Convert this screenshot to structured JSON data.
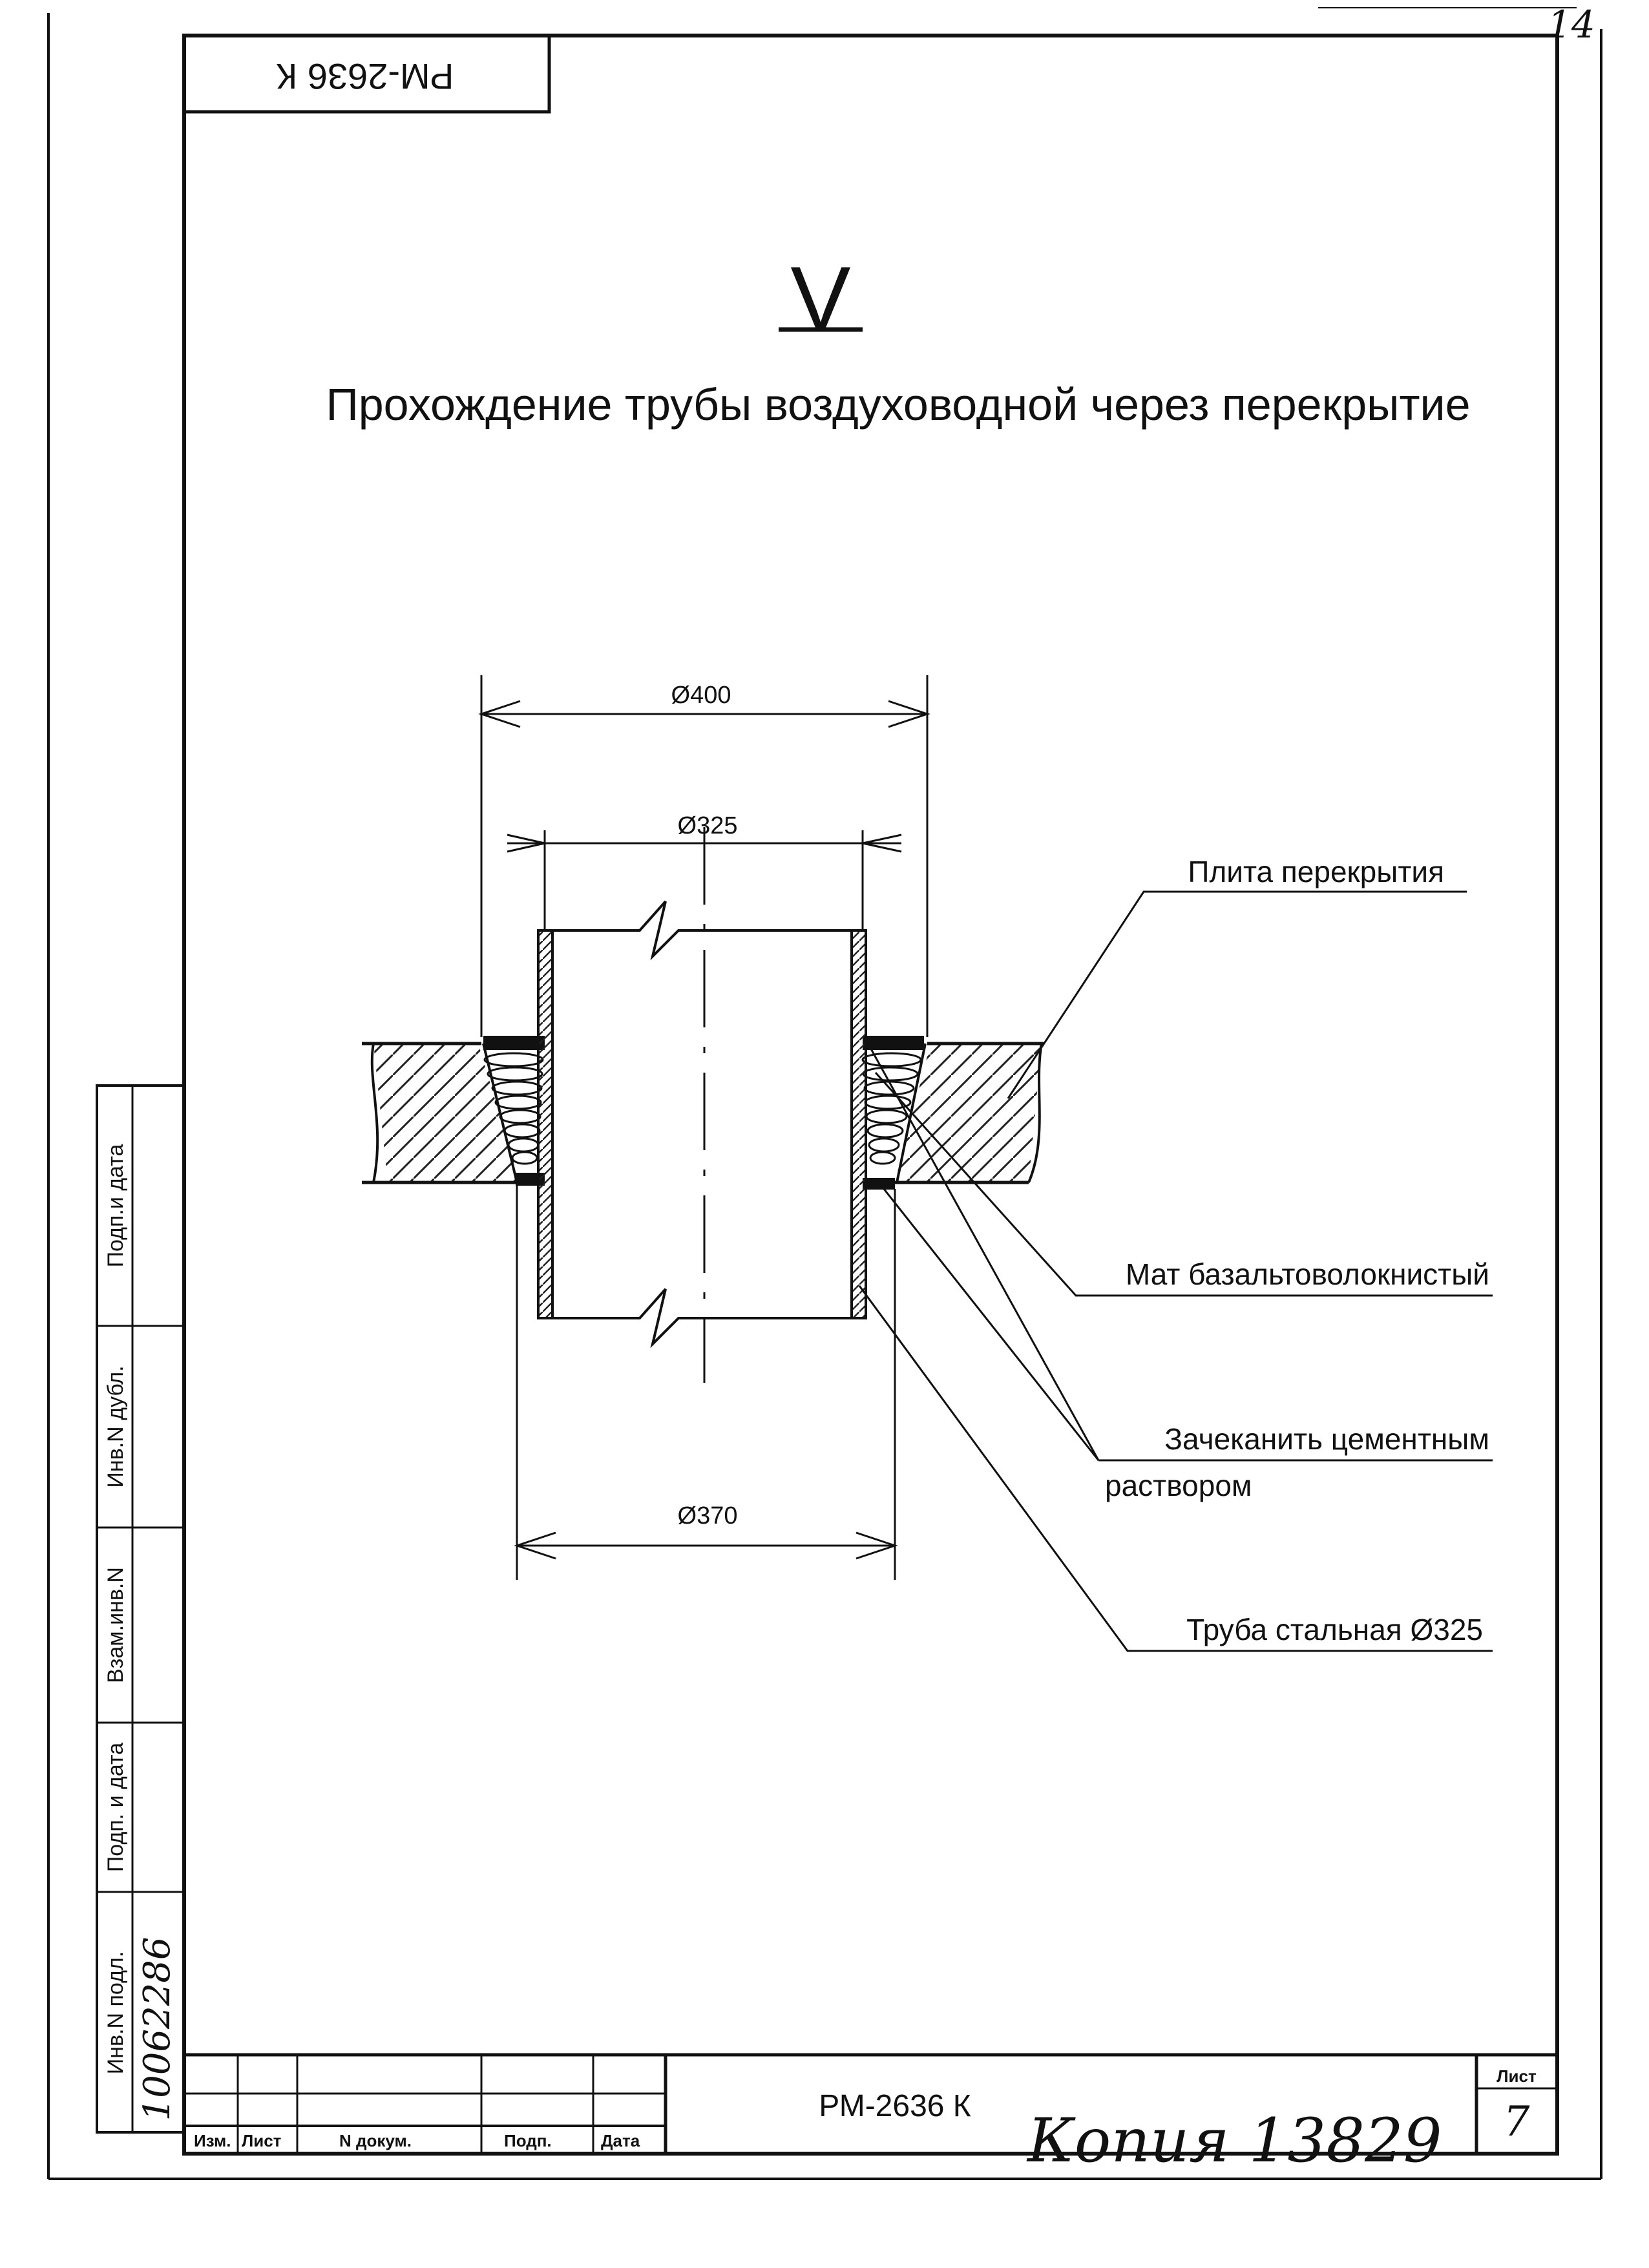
{
  "sheet": {
    "corner_page_number": "14",
    "stamp_code": "РМ-2636 К",
    "section_roman": "V",
    "title": "Прохождение трубы воздуховодной через перекрытие"
  },
  "dimensions": {
    "outer": "Ø400",
    "pipe": "Ø325",
    "bottom": "Ø370"
  },
  "callouts": {
    "slab": "Плита перекрытия",
    "mat": "Мат базальтоволокнистый",
    "caulk_line1": "Зачеканить цементным",
    "caulk_line2": "раствором",
    "pipe": "Труба стальная  Ø325"
  },
  "side_strip": {
    "labels": [
      "Инв.N подл.",
      "Подп. и дата",
      "Взам.инв.N",
      "Инв.N дубл.",
      "Подп.и дата"
    ],
    "inv_number_handwritten": "10062286"
  },
  "title_block": {
    "columns": [
      "Изм.",
      "Лист",
      "N докум.",
      "Подп.",
      "Дата"
    ],
    "document_code": "РМ-2636 К",
    "sheet_label": "Лист",
    "sheet_number": "7",
    "handwritten_note": "Копия 13829"
  }
}
